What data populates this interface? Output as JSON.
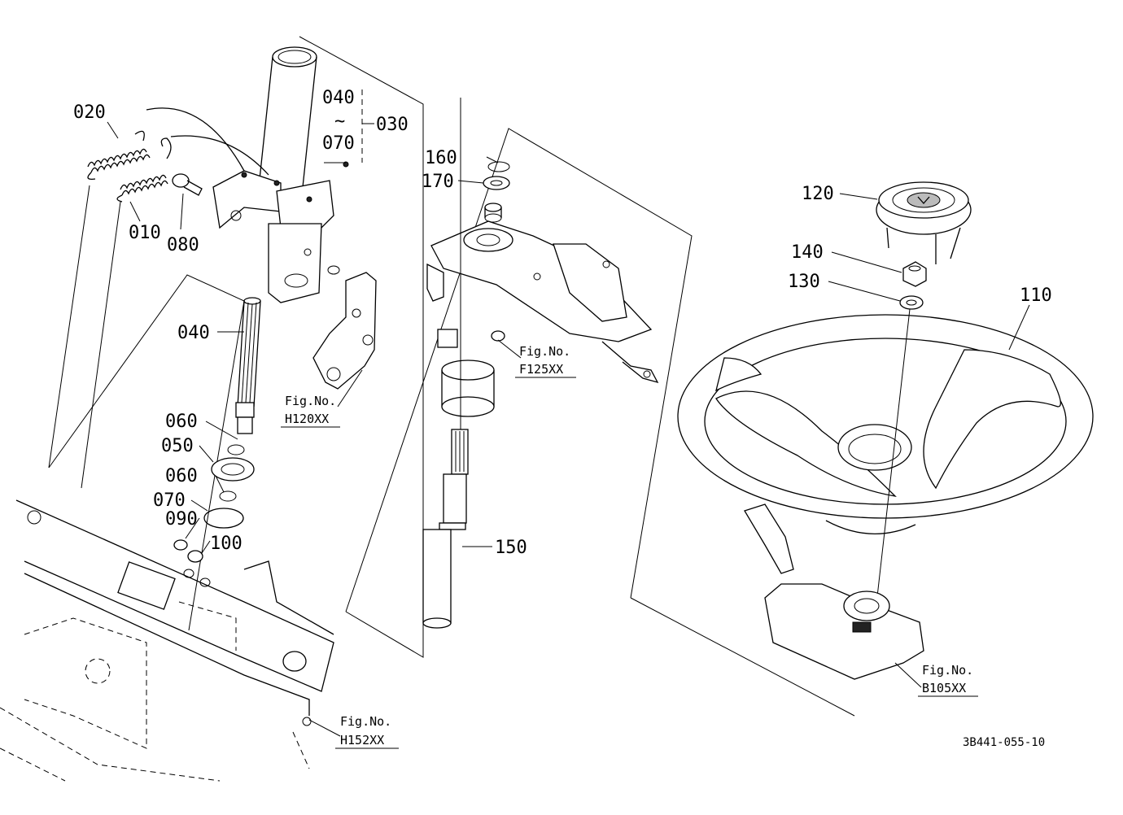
{
  "diagram": {
    "part_labels": {
      "p010": "010",
      "p020": "020",
      "p030": "030",
      "p040_range_start": "040",
      "p040_range_sep": "~",
      "p040_range_end": "070",
      "p040": "040",
      "p050": "050",
      "p060_upper": "060",
      "p060_lower": "060",
      "p070": "070",
      "p080": "080",
      "p090": "090",
      "p100": "100",
      "p110": "110",
      "p120": "120",
      "p130": "130",
      "p140": "140",
      "p150": "150",
      "p160": "160",
      "p170": "170"
    },
    "figure_refs": [
      {
        "caption": "Fig.No.",
        "code": "H120XX"
      },
      {
        "caption": "Fig.No.",
        "code": "F125XX"
      },
      {
        "caption": "Fig.No.",
        "code": "H152XX"
      },
      {
        "caption": "Fig.No.",
        "code": "B105XX"
      }
    ],
    "document_code": "3B441-055-10"
  }
}
